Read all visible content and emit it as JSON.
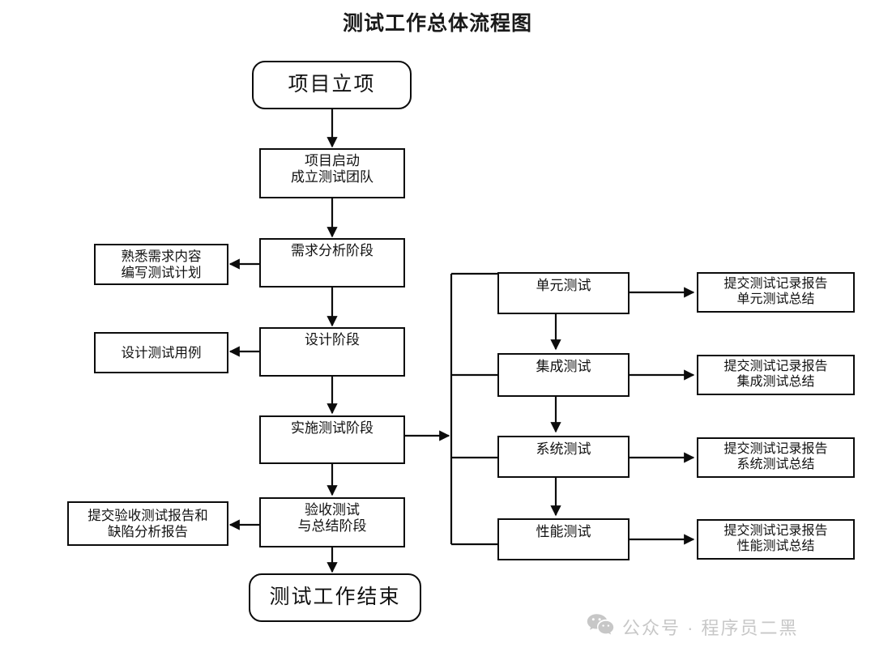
{
  "title": "测试工作总体流程图",
  "flow": {
    "start": {
      "label": "项目立项",
      "shape": "rounded-terminator"
    },
    "end": {
      "label": "测试工作结束",
      "shape": "rounded-terminator"
    },
    "stages": [
      {
        "id": "kickoff",
        "lines": [
          "项目启动",
          "成立测试团队"
        ]
      },
      {
        "id": "requirement",
        "lines": [
          "需求分析阶段"
        ]
      },
      {
        "id": "design",
        "lines": [
          "设计阶段"
        ]
      },
      {
        "id": "execute",
        "lines": [
          "实施测试阶段"
        ]
      },
      {
        "id": "acceptance",
        "lines": [
          "验收测试",
          "与总结阶段"
        ]
      }
    ],
    "side_outputs": [
      {
        "id": "requirement-output",
        "lines": [
          "熟悉需求内容",
          "编写测试计划"
        ]
      },
      {
        "id": "design-output",
        "lines": [
          "设计测试用例"
        ]
      },
      {
        "id": "acceptance-output",
        "lines": [
          "提交验收测试报告和",
          "缺陷分析报告"
        ]
      }
    ],
    "test_types": [
      {
        "id": "unit",
        "label": "单元测试",
        "report": [
          "提交测试记录报告",
          "单元测试总结"
        ]
      },
      {
        "id": "integration",
        "label": "集成测试",
        "report": [
          "提交测试记录报告",
          "集成测试总结"
        ]
      },
      {
        "id": "system",
        "label": "系统测试",
        "report": [
          "提交测试记录报告",
          "系统测试总结"
        ]
      },
      {
        "id": "performance",
        "label": "性能测试",
        "report": [
          "提交测试记录报告",
          "性能测试总结"
        ]
      }
    ]
  },
  "watermark": {
    "icon": "wechat-icon",
    "text": "公众号 · 程序员二黑"
  },
  "colors": {
    "background": "#ffffff",
    "stroke": "#0c0c0c",
    "text": "#111111",
    "title": "#1a1a1a",
    "watermark": "#c7c7c7"
  }
}
